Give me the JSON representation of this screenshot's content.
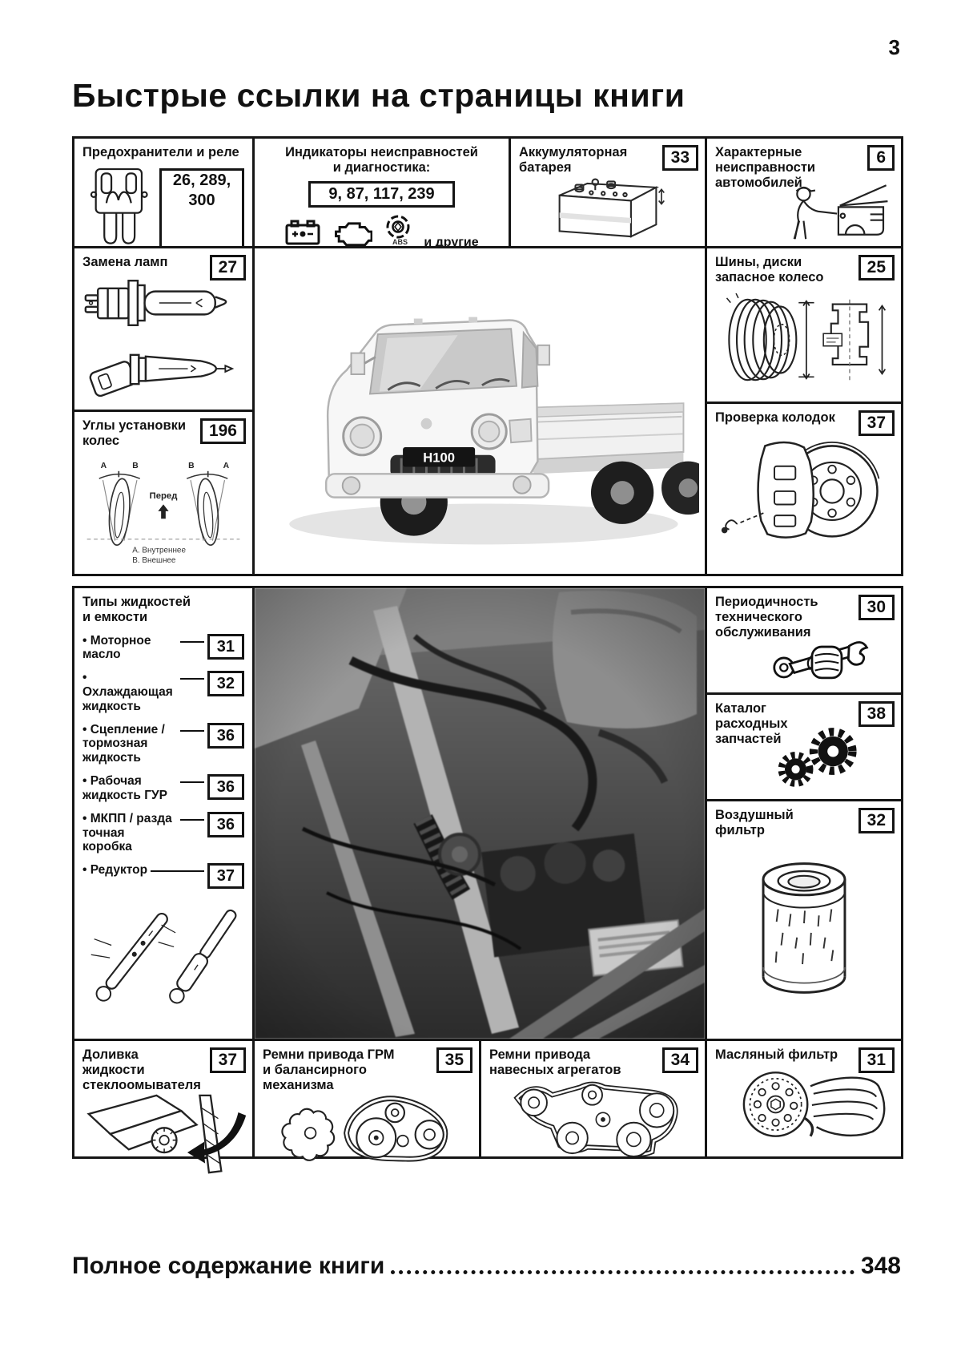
{
  "page": {
    "number": "3",
    "title": "Быстрые ссылки на страницы книги",
    "footer_label": "Полное содержание книги",
    "footer_page": "348"
  },
  "truck": {
    "plate": "H100"
  },
  "cells": {
    "fuses": {
      "title": "Предохранители и реле",
      "pages": "26, 289, 300"
    },
    "indicators": {
      "title_line1": "Индикаторы неисправностей",
      "title_line2": "и диагностика:",
      "pages": "9, 87, 117, 239",
      "abs_label": "ABS",
      "more_label": "и другие"
    },
    "battery": {
      "title": "Аккумуляторная батарея",
      "page": "33"
    },
    "faults": {
      "title": "Характерные неисправности автомобилей",
      "page": "6"
    },
    "lamps": {
      "title": "Замена ламп",
      "page": "27"
    },
    "alignment": {
      "title": "Углы установки колес",
      "page": "196",
      "front_label": "Перед",
      "letter_a": "A",
      "letter_b": "B",
      "legend_a": "А. Внутреннее",
      "legend_b": "В. Внешнее"
    },
    "tires": {
      "title": "Шины, диски запасное колесо",
      "page": "25"
    },
    "pads": {
      "title": "Проверка колодок",
      "page": "37"
    },
    "fluids": {
      "title": "Типы жидкостей и емкости",
      "items": [
        {
          "label": "Моторное масло",
          "page": "31"
        },
        {
          "label": "Охлаждающая жидкость",
          "page": "32"
        },
        {
          "label": "Сцепление / тормозная жидкость",
          "page": "36"
        },
        {
          "label": "Рабочая жидкость ГУР",
          "page": "36"
        },
        {
          "label": "МКПП / разда точная коробка",
          "page": "36"
        },
        {
          "label": "Редуктор",
          "page": "37"
        }
      ]
    },
    "maintenance": {
      "title": "Периодичность технического обслуживания",
      "page": "30"
    },
    "catalog": {
      "title": "Каталог расходных запчастей",
      "page": "38"
    },
    "air_filter": {
      "title": "Воздушный фильтр",
      "page": "32"
    },
    "washer": {
      "title": "Доливка жидкости стеклоомывателя",
      "page": "37"
    },
    "timing_belts": {
      "title": "Ремни привода ГРМ и балансирного механизма",
      "page": "35"
    },
    "accessory_belts": {
      "title": "Ремни привода навесных агрегатов",
      "page": "34"
    },
    "oil_filter": {
      "title": "Масляный фильтр",
      "page": "31"
    }
  }
}
